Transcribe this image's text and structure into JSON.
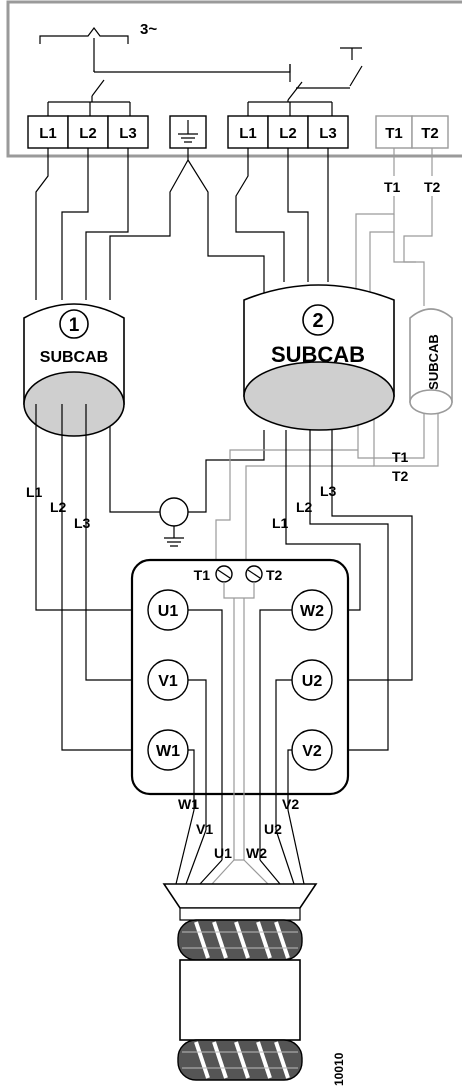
{
  "supply": {
    "phase_symbol": "3~",
    "terminals_1": [
      "L1",
      "L2",
      "L3"
    ],
    "terminals_2": [
      "L1",
      "L2",
      "L3"
    ],
    "thermal_terminals": [
      "T1",
      "T2"
    ]
  },
  "cables": {
    "cable1": {
      "number": "1",
      "label": "SUBCAB"
    },
    "cable2": {
      "number": "2",
      "label": "SUBCAB"
    },
    "cable3": {
      "label": "SUBCAB"
    }
  },
  "wire_labels": {
    "top_t1": "T1",
    "top_t2": "T2",
    "c1_l1": "L1",
    "c1_l2": "L2",
    "c1_l3": "L3",
    "c2_l1": "L1",
    "c2_l2": "L2",
    "c2_l3": "L3",
    "mid_t1": "T1",
    "mid_t2": "T2",
    "out_w1": "W1",
    "out_v1": "V1",
    "out_u1": "U1",
    "out_w2": "W2",
    "out_u2": "U2",
    "out_v2": "V2"
  },
  "terminal_board": {
    "thermal_left": "T1",
    "thermal_right": "T2",
    "left_column": [
      "U1",
      "V1",
      "W1"
    ],
    "right_column": [
      "W2",
      "U2",
      "V2"
    ]
  },
  "figure_id": "10010"
}
